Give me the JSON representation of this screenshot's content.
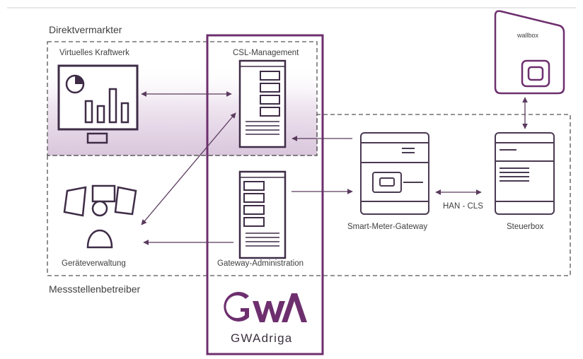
{
  "colors": {
    "purple": "#6e2f6e",
    "line": "#5a3a5e",
    "shade": "#e3d4e6",
    "gray_text": "#3f3f3f"
  },
  "groups": {
    "direktvermarkter": "Direktvermarkter",
    "messstellenbetreiber": "Messstellenbetreiber"
  },
  "nodes": {
    "virtuelles_kraftwerk": "Virtuelles Kraftwerk",
    "csl_management": "CSL-Management",
    "geraeteverwaltung": "Geräteverwaltung",
    "gateway_administration": "Gateway-Administration",
    "smart_meter_gateway": "Smart-Meter-Gateway",
    "steuerbox": "Steuerbox",
    "wallbox": "wallbox"
  },
  "connections": {
    "han_cls": "HAN - CLS"
  },
  "brand": {
    "logo_text": "GWA",
    "name": "GWAdriga"
  },
  "icons": {
    "monitor": "monitor-chart-icon",
    "server": "server-rack-icon",
    "operator": "operator-with-screens-icon",
    "gateway": "smart-meter-gateway-device-icon",
    "steuerbox": "control-box-device-icon",
    "wallbox": "wallbox-charger-icon"
  }
}
